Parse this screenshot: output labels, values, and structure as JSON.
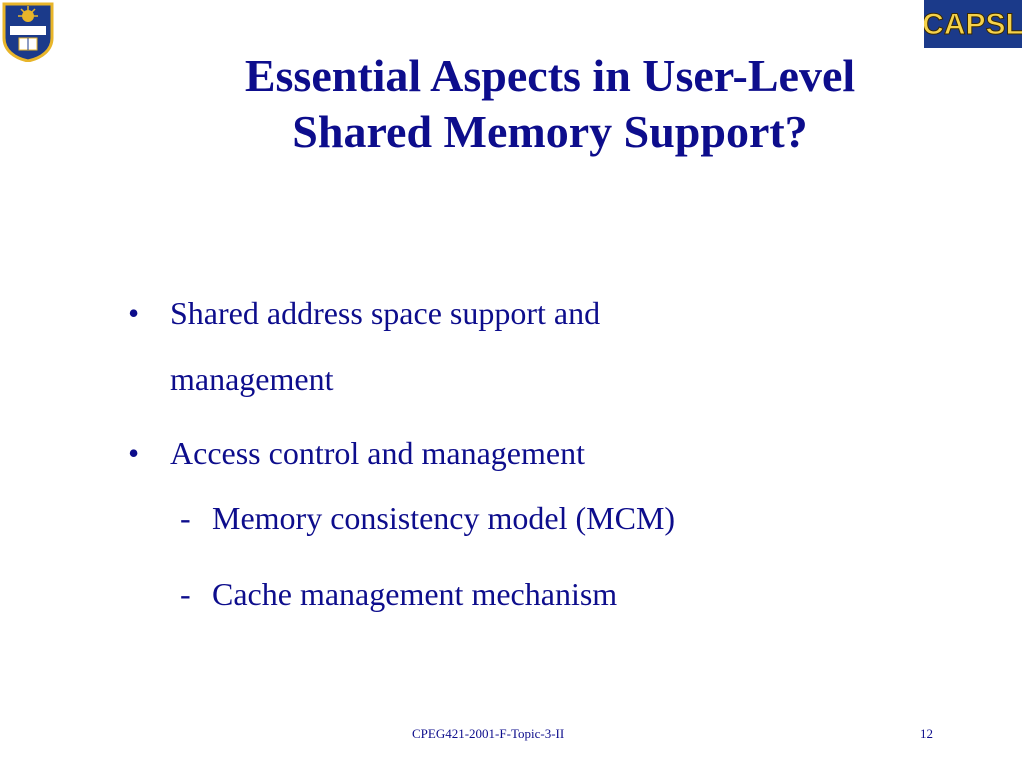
{
  "title": {
    "line1": "Essential Aspects in User-Level",
    "line2": "Shared Memory Support?"
  },
  "bullets": [
    {
      "marker": "•",
      "lines": [
        "Shared address space support and",
        "management"
      ]
    },
    {
      "marker": "•",
      "lines": [
        "Access control and management"
      ],
      "subitems": [
        {
          "marker": "-",
          "text": "Memory consistency model (MCM)"
        },
        {
          "marker": "-",
          "text": "Cache management mechanism"
        }
      ]
    }
  ],
  "logos": {
    "left": "university-of-delaware-logo",
    "right_text": "CAPSL"
  },
  "footer": {
    "course": "CPEG421-2001-F-Topic-3-II",
    "page": "12"
  },
  "colors": {
    "text": "#0d0d8c",
    "logo_gold": "#e8b52a",
    "logo_blue": "#1b3a8a"
  }
}
